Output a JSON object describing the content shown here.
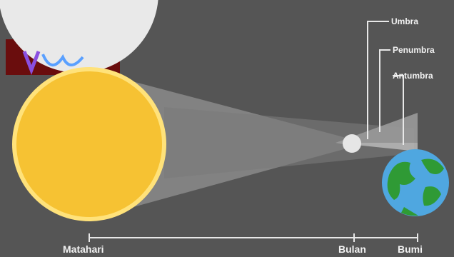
{
  "diagram": {
    "colors": {
      "background": "#555555",
      "sun": "#f6c233",
      "sun_rim": "#ffe27a",
      "moon": "#e6e6e6",
      "earth_ocean": "#4fa7e0",
      "earth_land": "#2f9a35",
      "leader_lines": "#e8e8e8"
    },
    "shadow_labels": {
      "umbra": "Umbra",
      "penumbra": "Penumbra",
      "antumbra": "Antumbra"
    },
    "axis_labels": {
      "sun": "Matahari",
      "moon": "Bulan",
      "earth": "Bumi"
    }
  }
}
